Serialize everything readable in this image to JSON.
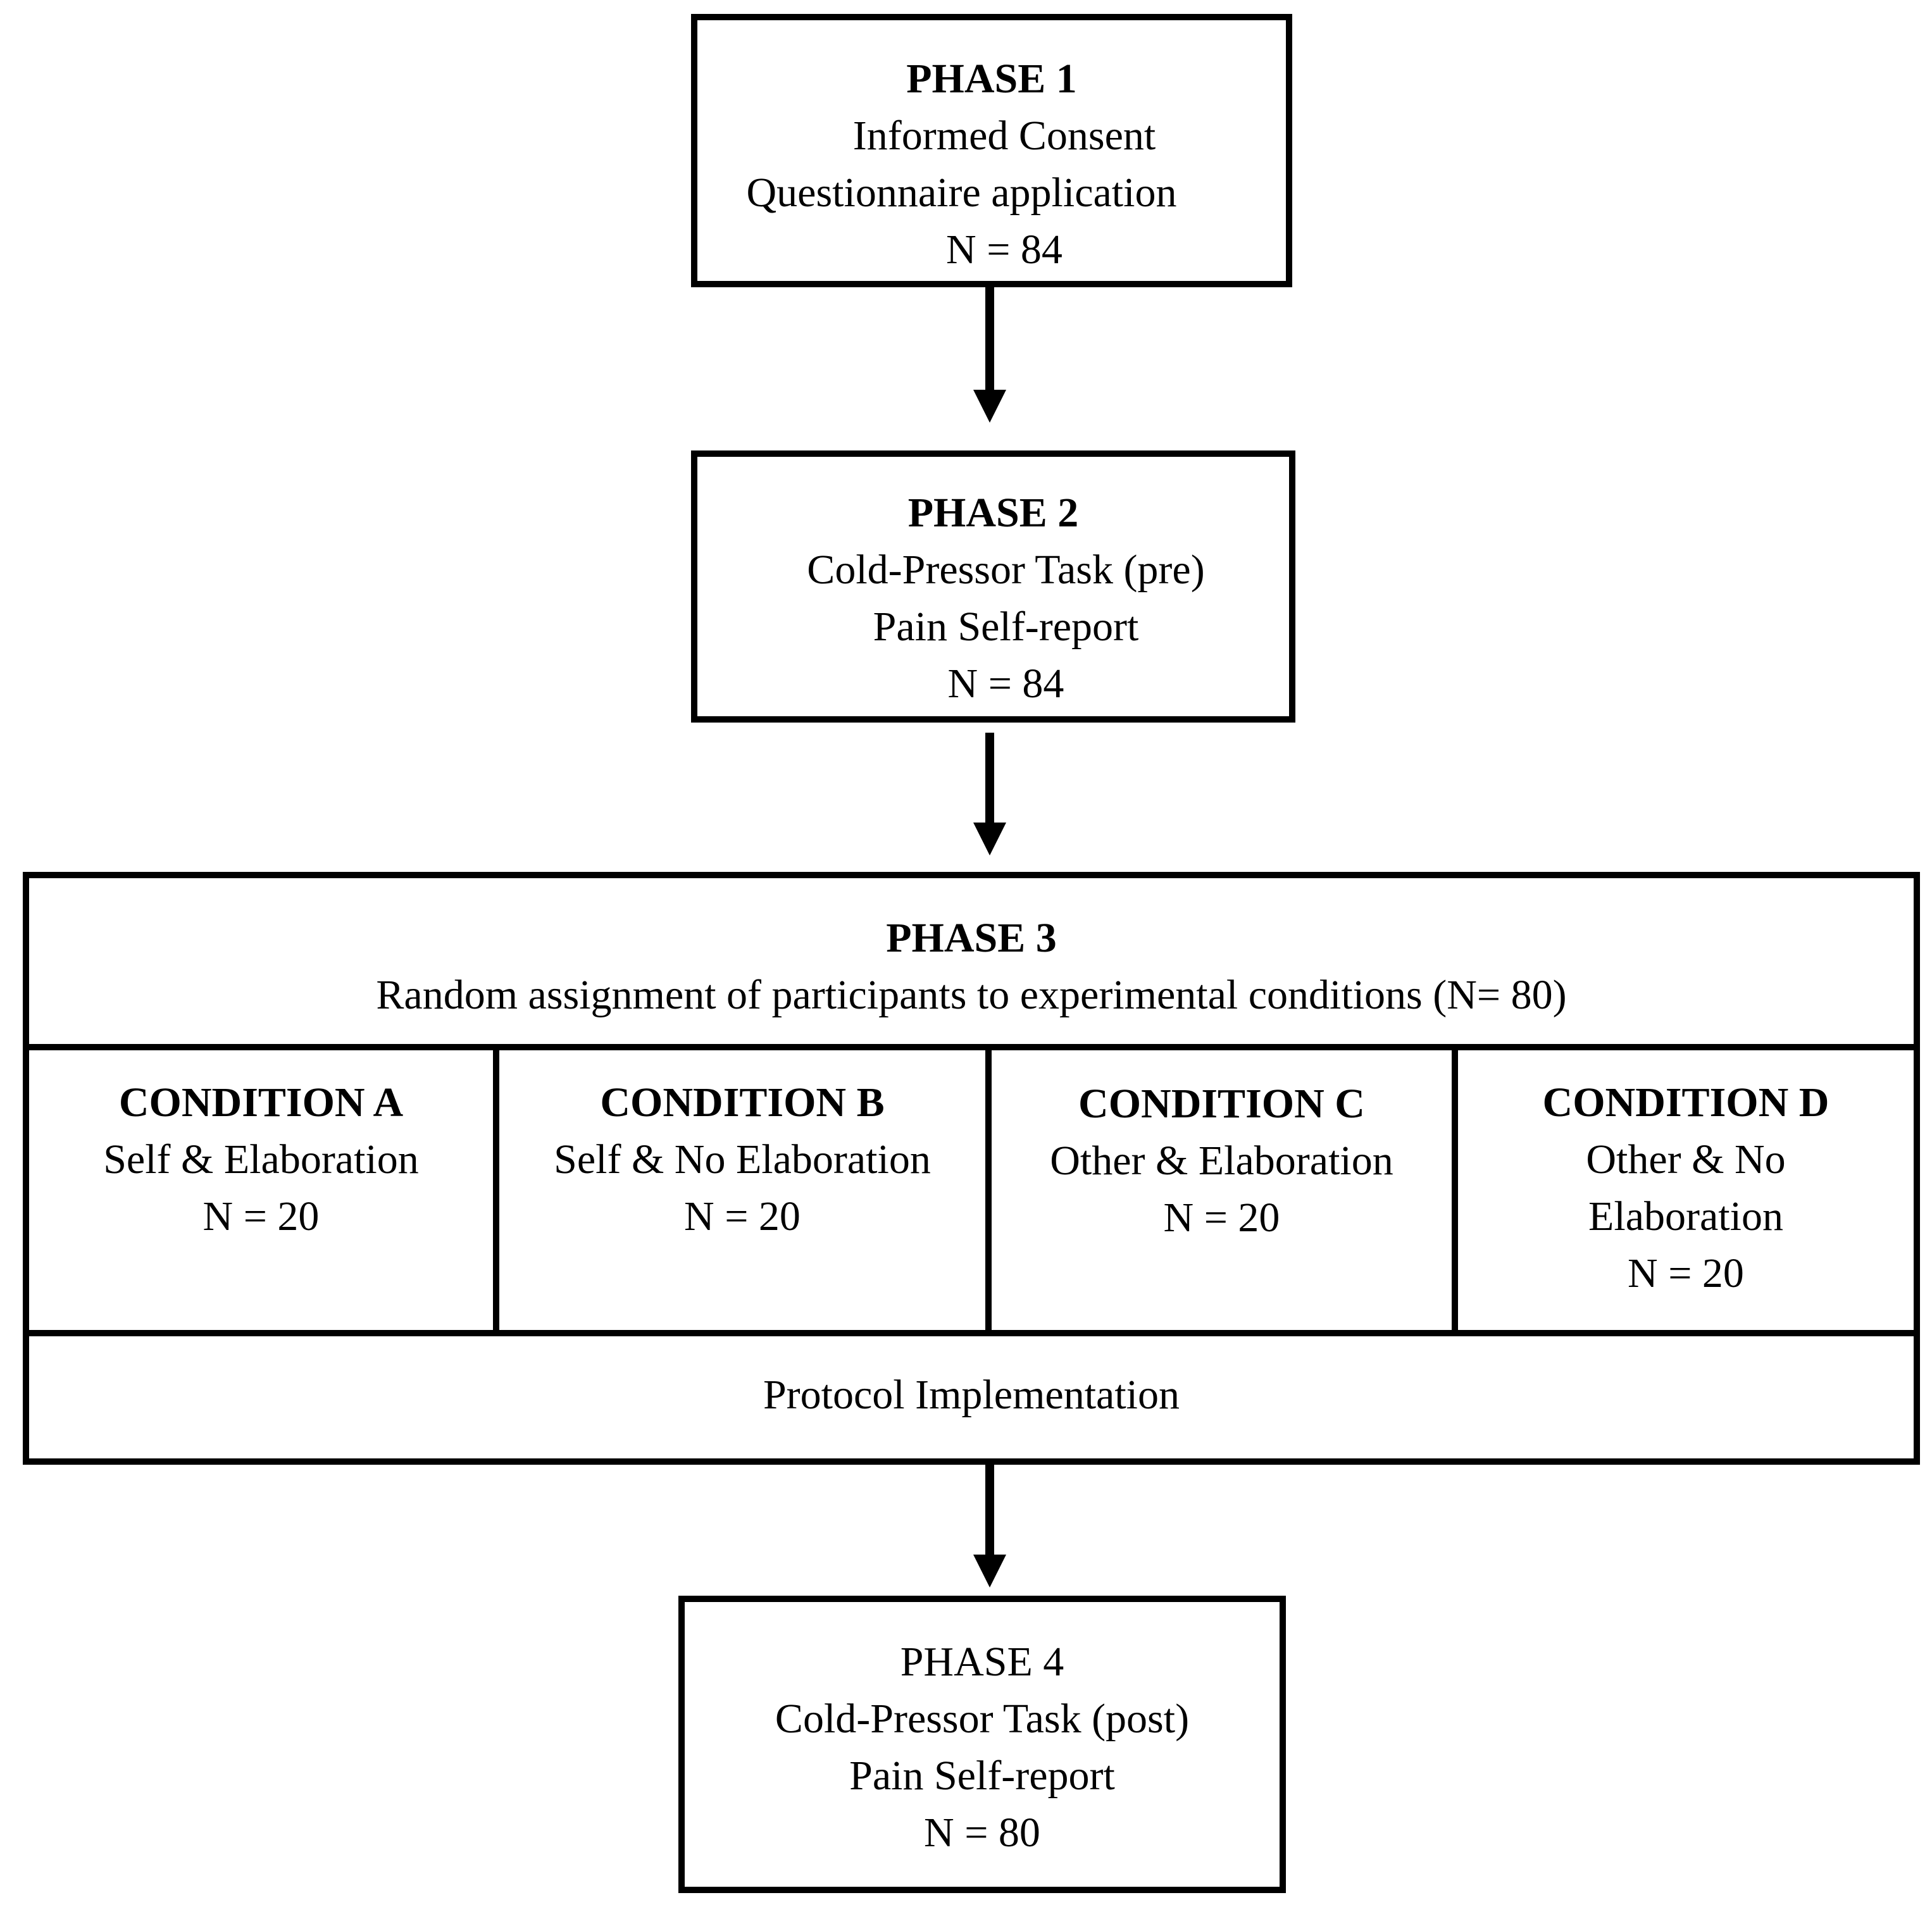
{
  "phase1": {
    "title": "PHASE 1",
    "line1": "Informed Consent",
    "line2": "Questionnaire application",
    "n": "N = 84"
  },
  "phase2": {
    "title": "PHASE 2",
    "line1": "Cold-Pressor Task (pre)",
    "line2": "Pain Self-report",
    "n": "N = 84"
  },
  "phase3": {
    "title": "PHASE 3",
    "subtitle": "Random assignment of participants to experimental conditions (N= 80)",
    "conditions": [
      {
        "title": "CONDITION A",
        "line1": "Self & Elaboration",
        "line2": "",
        "n": "N = 20"
      },
      {
        "title": "CONDITION B",
        "line1": "Self & No Elaboration",
        "line2": "",
        "n": "N = 20"
      },
      {
        "title": "CONDITION C",
        "line1": "Other & Elaboration",
        "line2": "",
        "n": "N = 20"
      },
      {
        "title": "CONDITION D",
        "line1": "Other & No",
        "line2": "Elaboration",
        "n": "N = 20"
      }
    ],
    "footer": "Protocol Implementation"
  },
  "phase4": {
    "title": "PHASE 4",
    "line1": "Cold-Pressor Task (post)",
    "line2": "Pain Self-report",
    "n": "N = 80"
  }
}
